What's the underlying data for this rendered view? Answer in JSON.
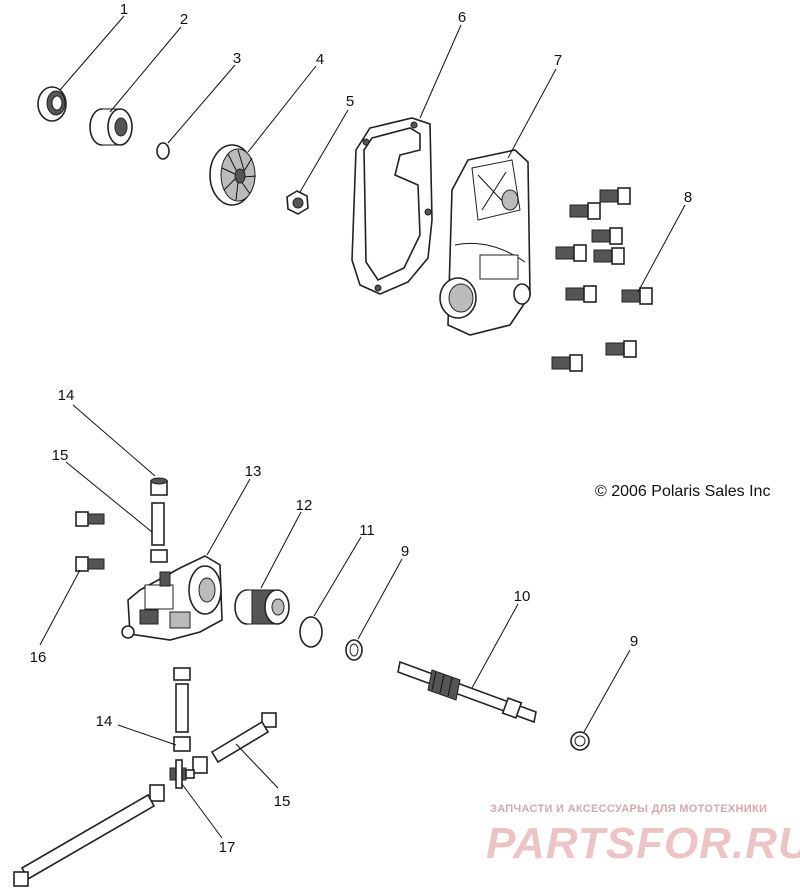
{
  "diagram": {
    "callouts": [
      "1",
      "2",
      "3",
      "4",
      "5",
      "6",
      "7",
      "8",
      "9",
      "10",
      "11",
      "12",
      "13",
      "14",
      "15",
      "16",
      "17"
    ],
    "callout_9": "9",
    "callout_14": "14",
    "callout_15": "15"
  },
  "copyright": "© 2006 Polaris Sales Inc",
  "watermark": {
    "caption": "ЗАПЧАСТИ И АКСЕССУАРЫ ДЛЯ МОТОТЕХНИКИ",
    "logo": "PARTSFOR.RU"
  },
  "colors": {
    "ink": "#222222",
    "watermark": "#e6b3b5"
  }
}
